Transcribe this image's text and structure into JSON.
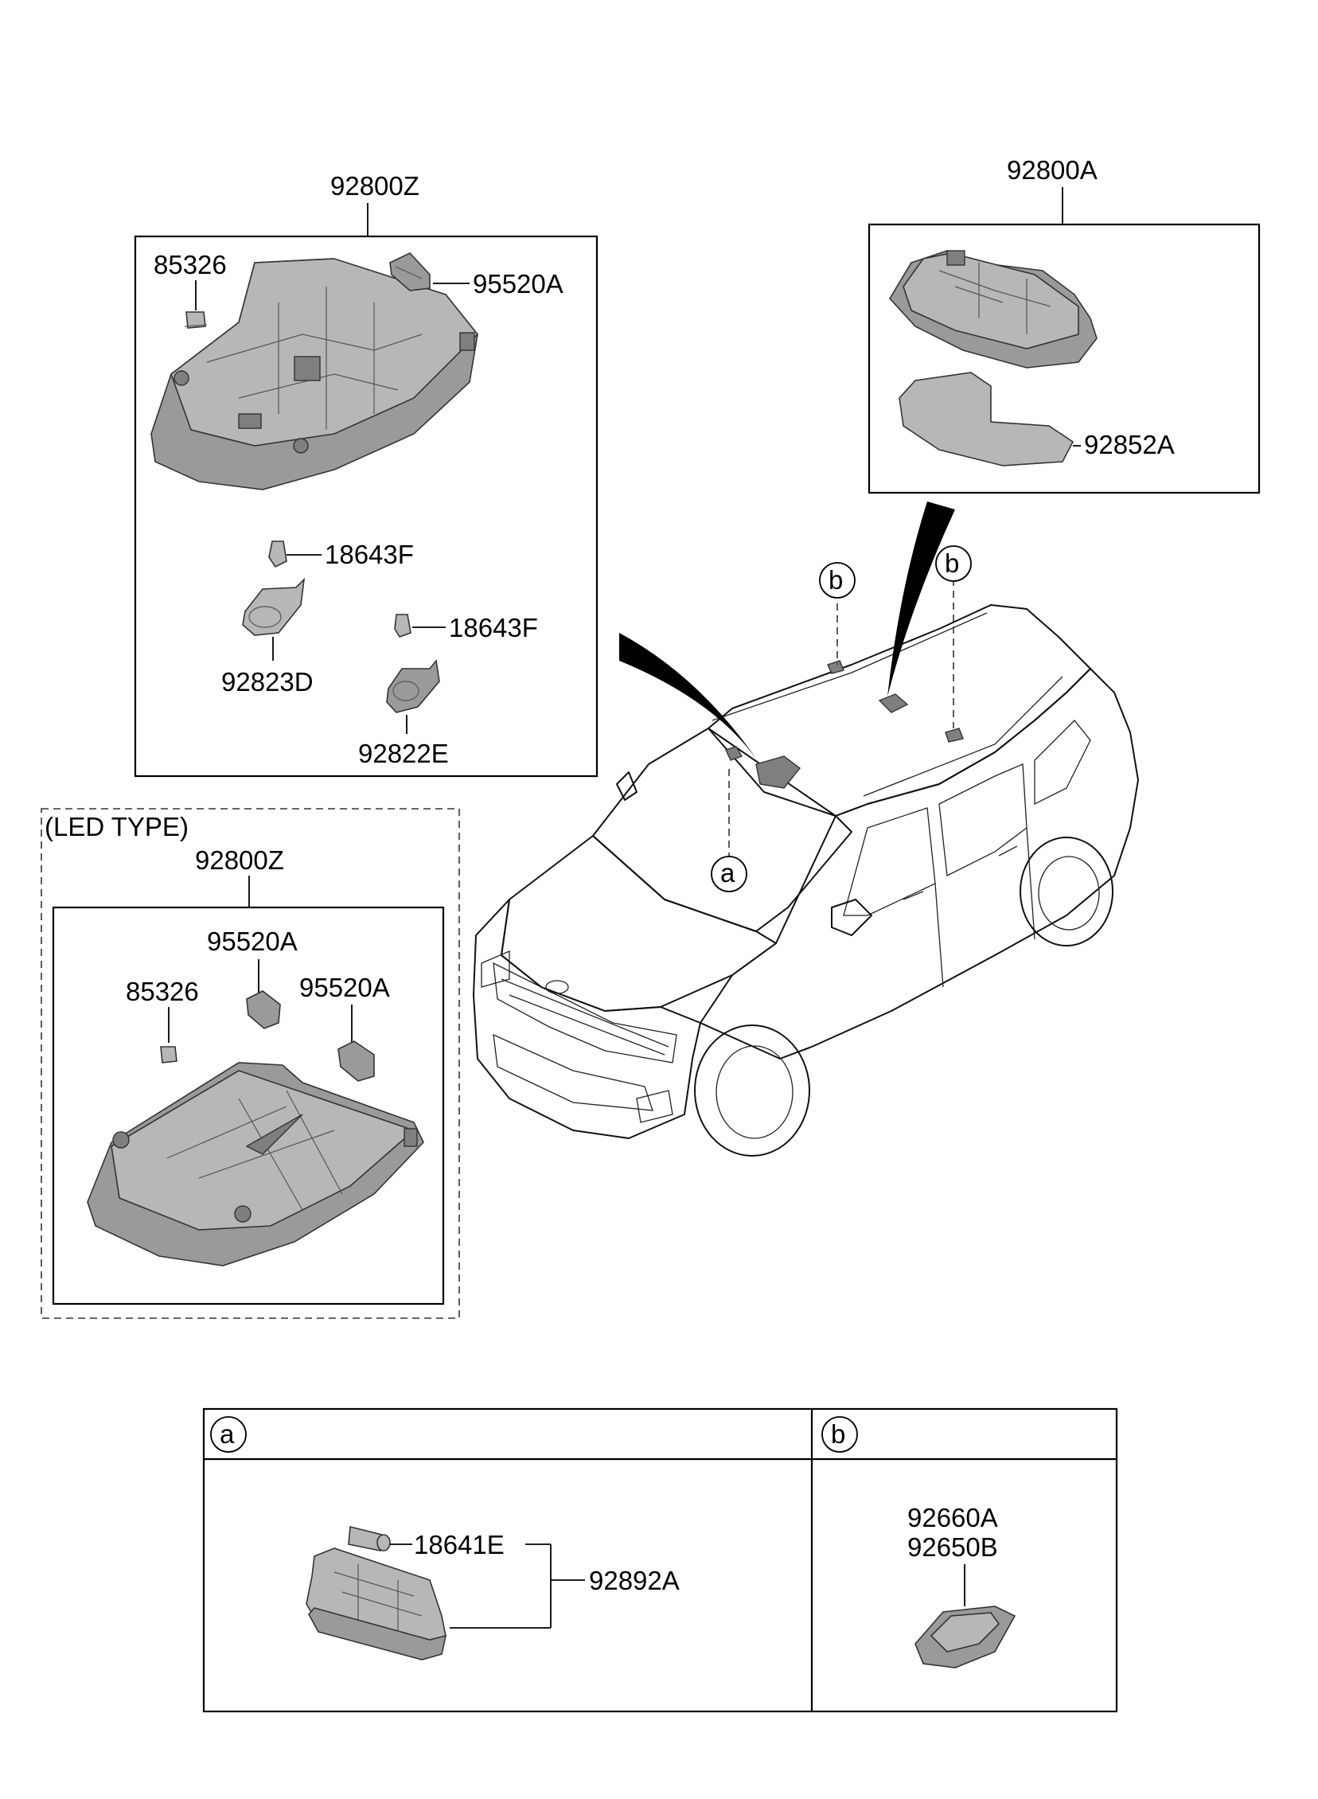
{
  "groups": {
    "top_left": {
      "assembly": "92800Z",
      "parts": [
        "85326",
        "95520A",
        "18643F",
        "18643F",
        "92823D",
        "92822E"
      ]
    },
    "top_right": {
      "assembly": "92800A",
      "parts": [
        "92852A"
      ]
    },
    "led_type": {
      "caption": "(LED TYPE)",
      "assembly": "92800Z",
      "parts": [
        "95520A",
        "85326",
        "95520A"
      ]
    }
  },
  "callouts": {
    "a": "a",
    "b": "b"
  },
  "detail_table": {
    "col_a": {
      "marker": "a",
      "parts": [
        "18641E",
        "92892A"
      ]
    },
    "col_b": {
      "marker": "b",
      "parts": [
        "92660A",
        "92650B"
      ]
    }
  },
  "colors": {
    "line": "#000000",
    "part_fill": "#9a9a9a",
    "background": "#ffffff"
  }
}
